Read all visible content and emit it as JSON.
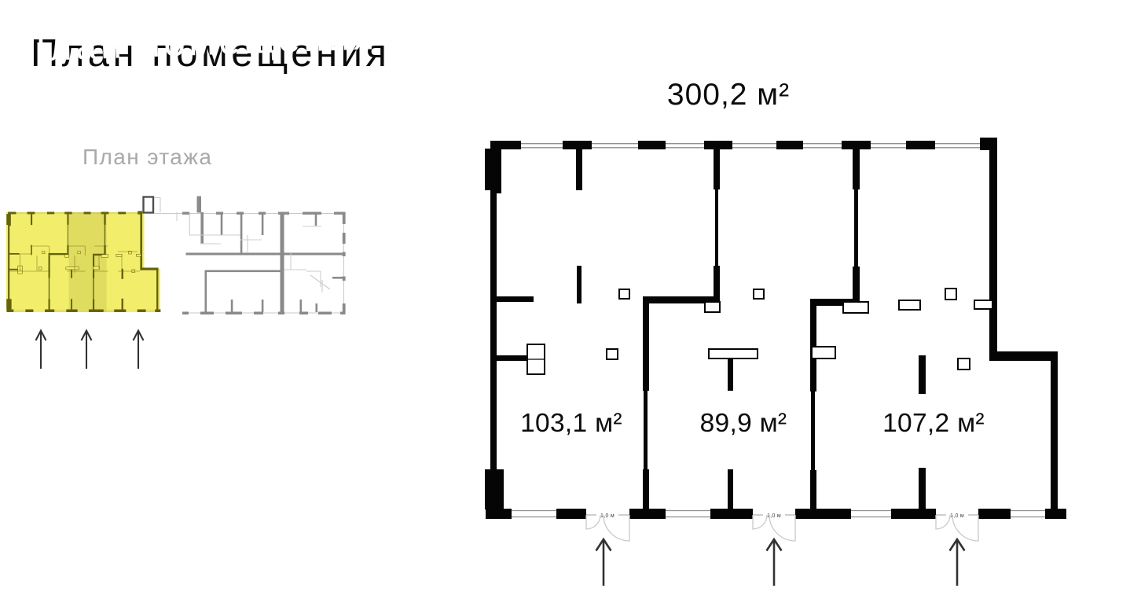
{
  "page": {
    "title": "План помещения",
    "background_color": "#ffffff"
  },
  "floor_plan_thumbnail": {
    "label": "План этажа",
    "highlight_color": "#f2ee6b",
    "highlight_wall_color": "#64620e",
    "neighbor_wall_color": "#8a8a8a",
    "entrance_arrow_count": 3
  },
  "unit_plan": {
    "total_area_label": "300,2 м²",
    "wall_color": "#000000",
    "rooms": [
      {
        "area_label": "103,1 м²"
      },
      {
        "area_label": "89,9 м²"
      },
      {
        "area_label": "107,2 м²"
      }
    ],
    "doors": [
      {
        "width_label": "1,0 м"
      },
      {
        "width_label": "1,0 м"
      },
      {
        "width_label": "1,0 м"
      }
    ],
    "entrance_arrow_count": 3
  }
}
